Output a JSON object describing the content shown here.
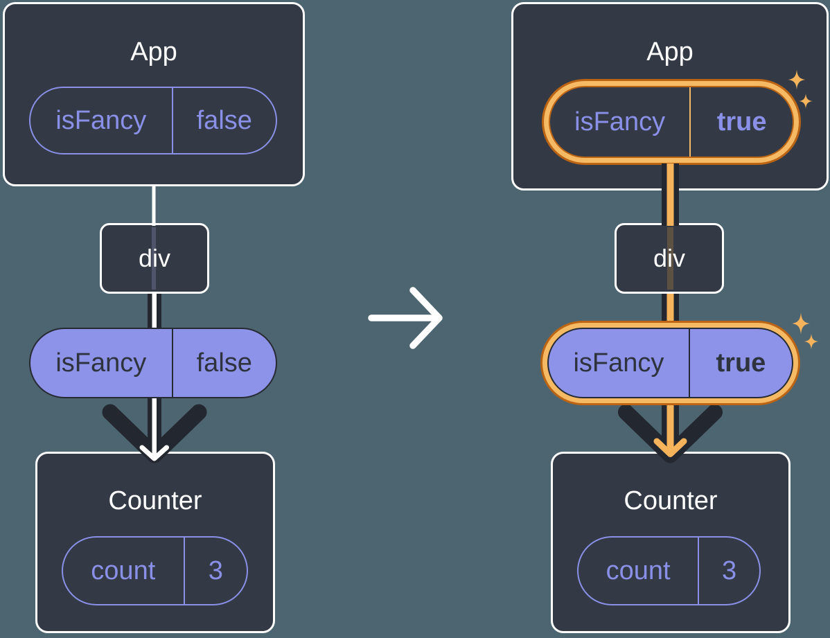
{
  "diagram": {
    "before": {
      "app": {
        "title": "App",
        "prop": {
          "name": "isFancy",
          "value": "false"
        }
      },
      "container": {
        "label": "div"
      },
      "passed_prop": {
        "name": "isFancy",
        "value": "false"
      },
      "counter": {
        "title": "Counter",
        "state": {
          "name": "count",
          "value": "3"
        }
      }
    },
    "after": {
      "app": {
        "title": "App",
        "prop": {
          "name": "isFancy",
          "value": "true"
        }
      },
      "container": {
        "label": "div"
      },
      "passed_prop": {
        "name": "isFancy",
        "value": "true"
      },
      "counter": {
        "title": "Counter",
        "state": {
          "name": "count",
          "value": "3"
        }
      }
    },
    "icons": [
      "right-arrow-icon",
      "down-arrow-icon",
      "sparkle-icon"
    ],
    "colors": {
      "background": "#4D6570",
      "card_fill": "#333A45",
      "card_border": "#FFFFFF",
      "purple_accent": "#8A90E8",
      "purple_pill_fill": "#8C93E8",
      "dark_ink": "#23272F",
      "highlight_dark_orange": "#BA6414",
      "highlight_light_orange": "#F6B964",
      "sparkle_orange": "#F5B35C",
      "arrow_white": "#FFFFFF"
    }
  }
}
